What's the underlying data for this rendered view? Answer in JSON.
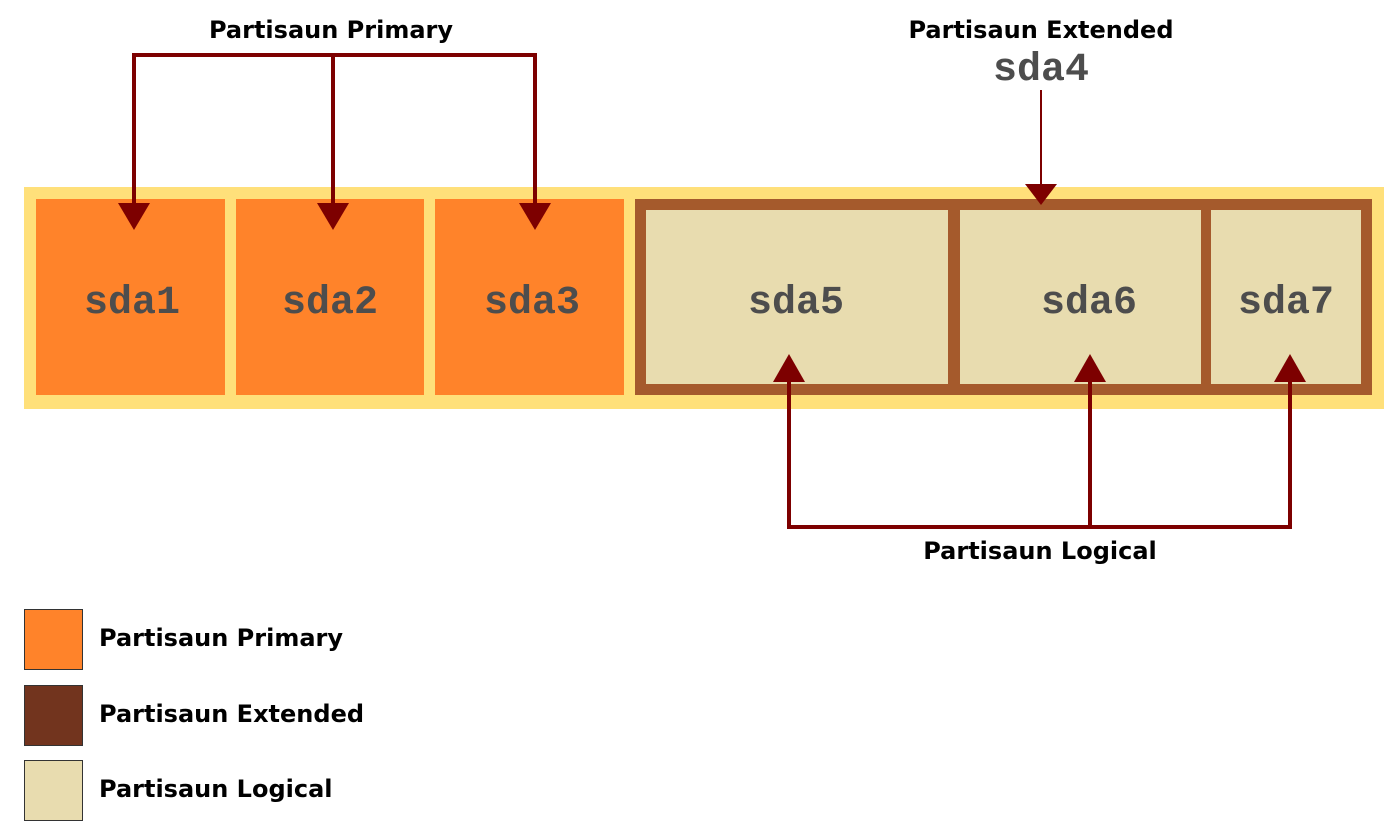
{
  "labels": {
    "primary": "Partisaun Primary",
    "extended": "Partisaun Extended",
    "extended_device": "sda4",
    "logical": "Partisaun Logical"
  },
  "partitions": {
    "sda1": "sda1",
    "sda2": "sda2",
    "sda3": "sda3",
    "sda5": "sda5",
    "sda6": "sda6",
    "sda7": "sda7"
  },
  "legend": [
    {
      "label": "Partisaun Primary",
      "color": "#ff832a"
    },
    {
      "label": "Partisaun Extended",
      "color": "#72341e"
    },
    {
      "label": "Partisaun Logical",
      "color": "#e8dcaf"
    }
  ],
  "colors": {
    "disk": "#ffe07a",
    "primary": "#ff832a",
    "extended_border": "#a55a2c",
    "logical": "#e8dcaf",
    "arrow": "#7d0000",
    "partition_text": "#4d4d4d"
  }
}
